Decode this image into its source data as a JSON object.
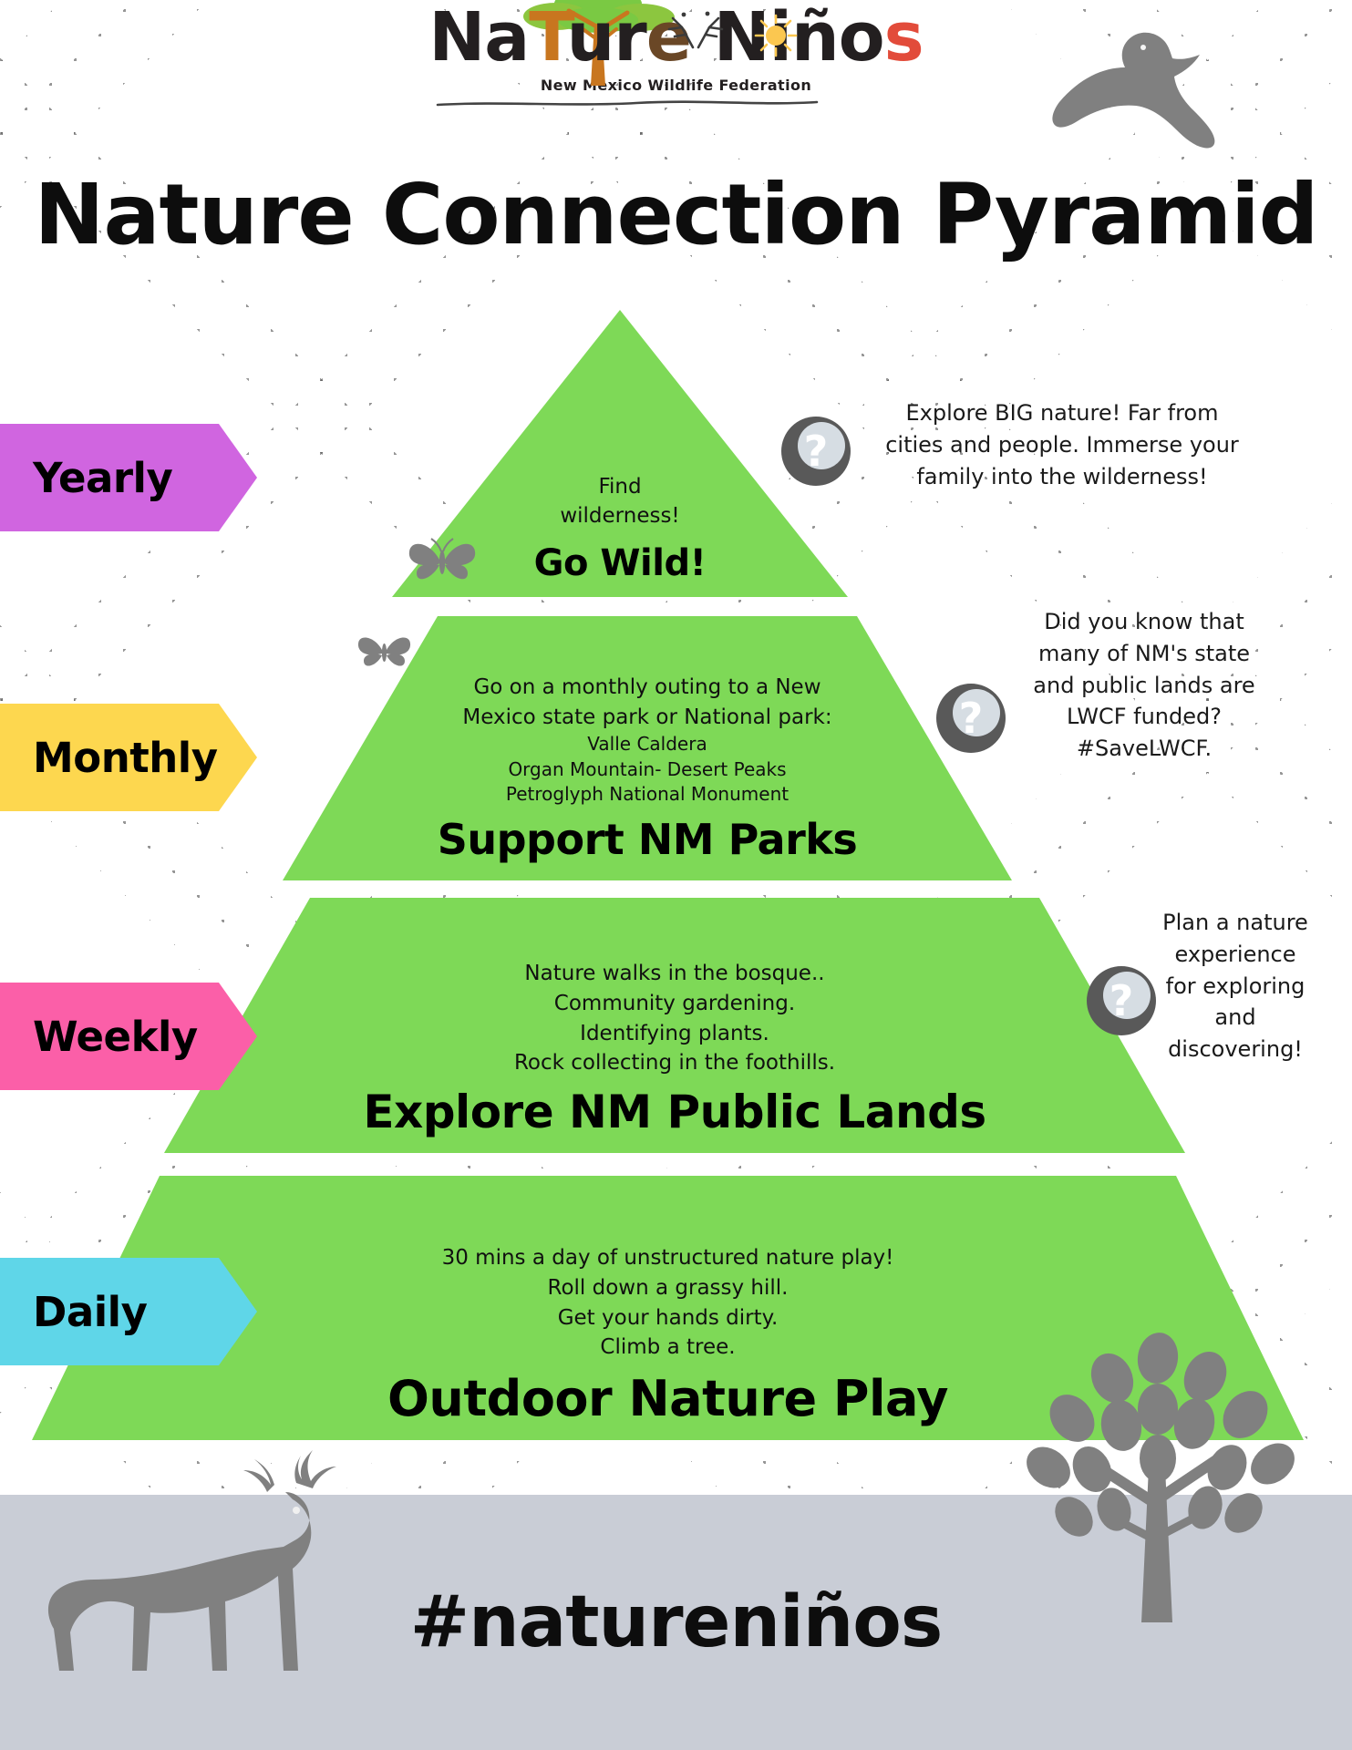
{
  "brand": {
    "logo_part1": "Na",
    "logo_t": "T",
    "logo_part2": "ur",
    "logo_e": "e",
    "logo_part3": " Niño",
    "logo_s": "s",
    "logo_full": "Nature Niños",
    "tagline": "New Mexico Wildlife Federation"
  },
  "title": "Nature Connection Pyramid",
  "footer": {
    "hashtag": "#natureniños"
  },
  "colors": {
    "pyramid_green": "#7ED957",
    "yearly_flag": "#D065E0",
    "monthly_flag": "#FDD74F",
    "weekly_flag": "#FB5FA8",
    "daily_flag": "#5FD6E8",
    "ground": "#C9CDD6",
    "silhouette_gray": "#808080",
    "bubble_gray": "#595959"
  },
  "flags": [
    {
      "id": "yearly",
      "label": "Yearly",
      "color": "#D065E0"
    },
    {
      "id": "monthly",
      "label": "Monthly",
      "color": "#FDD74F"
    },
    {
      "id": "weekly",
      "label": "Weekly",
      "color": "#FB5FA8"
    },
    {
      "id": "daily",
      "label": "Daily",
      "color": "#5FD6E8"
    }
  ],
  "tiers": {
    "yearly": {
      "frequency": "Yearly",
      "heading": "Go Wild!",
      "detail_lines": [
        "Find",
        "wilderness!"
      ],
      "detail_text": "Find\nwilderness!"
    },
    "monthly": {
      "frequency": "Monthly",
      "heading": "Support NM Parks",
      "detail_lines": [
        "Go on a monthly outing to a New",
        "Mexico state park or National park:"
      ],
      "detail_text": "Go on a monthly outing to a New\nMexico state park or National park:",
      "park_list": [
        "Valle Caldera",
        "Organ Mountain- Desert Peaks",
        "Petroglyph National Monument"
      ],
      "park_list_text": "Valle Caldera\nOrgan Mountain- Desert Peaks\nPetroglyph National Monument"
    },
    "weekly": {
      "frequency": "Weekly",
      "heading": "Explore NM Public Lands",
      "detail_lines": [
        "Nature walks in the bosque..",
        "Community gardening.",
        "Identifying plants.",
        "Rock collecting in the foothills."
      ],
      "detail_text": "Nature walks in the bosque..\nCommunity gardening.\nIdentifying plants.\nRock collecting in the foothills."
    },
    "daily": {
      "frequency": "Daily",
      "heading": "Outdoor Nature Play",
      "detail_lines": [
        "30 mins a day of unstructured nature play!",
        "Roll down a grassy hill.",
        "Get your hands dirty.",
        "Climb a tree."
      ],
      "detail_text": "30 mins a day of unstructured nature play!\nRoll down a grassy hill.\nGet your hands dirty.\nClimb a tree."
    }
  },
  "notes": {
    "yearly": {
      "lines": [
        "Explore BIG nature! Far from",
        "cities and people. Immerse your",
        "family into the wilderness!"
      ],
      "text": "Explore BIG nature! Far from cities and people. Immerse your family into the wilderness!"
    },
    "monthly": {
      "lines": [
        "Did you know that",
        "many of NM's state",
        "and public lands are",
        "LWCF funded?",
        "#SaveLWCF."
      ],
      "text": "Did you know that many of NM's state and public lands are LWCF funded? #SaveLWCF."
    },
    "weekly": {
      "lines": [
        "Plan a nature",
        "experience",
        "for exploring",
        "and",
        "discovering!"
      ],
      "text": "Plan a nature experience for exploring and discovering!"
    }
  },
  "icons": {
    "question_mark": "?",
    "bird": "bird-silhouette",
    "butterfly": "butterfly-silhouette",
    "deer": "deer-silhouette",
    "tree": "tree-silhouette"
  }
}
